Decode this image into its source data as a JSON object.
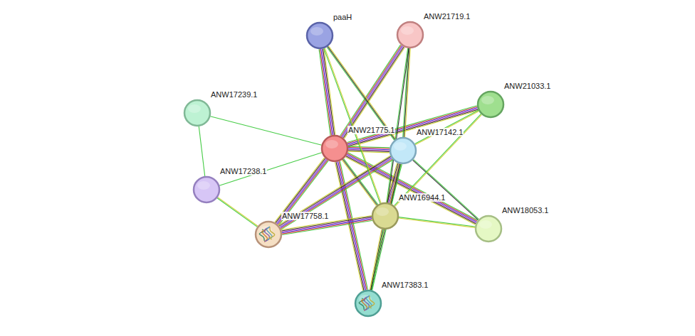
{
  "diagram": {
    "nodes": [
      {
        "text": [
          "paaH"
        ]
      },
      {
        "text": [
          "ANW21719.1"
        ]
      },
      {
        "text": [
          "ANW21033.1"
        ]
      },
      {
        "text": [
          "ANW17239.1"
        ]
      },
      {
        "text": [
          "ANW21775.1"
        ]
      },
      {
        "text": [
          "ANW17142.1"
        ]
      },
      {
        "text": [
          "ANW17238.1"
        ]
      },
      {
        "text": [
          "ANW16944.1"
        ]
      },
      {
        "text": [
          "ANW17758.1"
        ]
      },
      {
        "text": [
          "ANW18053.1"
        ]
      },
      {
        "text": [
          "ANW17383.1"
        ]
      }
    ],
    "edges": [
      {
        "from": 4,
        "to": 0,
        "arrow": "none"
      },
      {
        "from": 4,
        "to": 1,
        "arrow": "none"
      },
      {
        "from": 4,
        "to": 2,
        "arrow": "none"
      },
      {
        "from": 4,
        "to": 3,
        "arrow": "none"
      },
      {
        "from": 4,
        "to": 6,
        "arrow": "none"
      },
      {
        "from": 4,
        "to": 8,
        "arrow": "none"
      },
      {
        "from": 4,
        "to": 7,
        "arrow": "none"
      },
      {
        "from": 4,
        "to": 9,
        "arrow": "none"
      },
      {
        "from": 4,
        "to": 10,
        "arrow": "none"
      },
      {
        "from": 4,
        "to": 5,
        "arrow": "none"
      },
      {
        "from": 5,
        "to": 0,
        "arrow": "none"
      },
      {
        "from": 5,
        "to": 1,
        "arrow": "none"
      },
      {
        "from": 5,
        "to": 2,
        "arrow": "none"
      },
      {
        "from": 5,
        "to": 8,
        "arrow": "none"
      },
      {
        "from": 5,
        "to": 7,
        "arrow": "none"
      },
      {
        "from": 5,
        "to": 9,
        "arrow": "none"
      },
      {
        "from": 5,
        "to": 10,
        "arrow": "none"
      },
      {
        "from": 7,
        "to": 0,
        "arrow": "none"
      },
      {
        "from": 7,
        "to": 1,
        "arrow": "none"
      },
      {
        "from": 7,
        "to": 2,
        "arrow": "none"
      },
      {
        "from": 7,
        "to": 8,
        "arrow": "none"
      },
      {
        "from": 7,
        "to": 9,
        "arrow": "none"
      },
      {
        "from": 7,
        "to": 10,
        "arrow": "none"
      },
      {
        "from": 6,
        "to": 3,
        "arrow": "none"
      },
      {
        "from": 6,
        "to": 8,
        "arrow": "none"
      }
    ]
  }
}
